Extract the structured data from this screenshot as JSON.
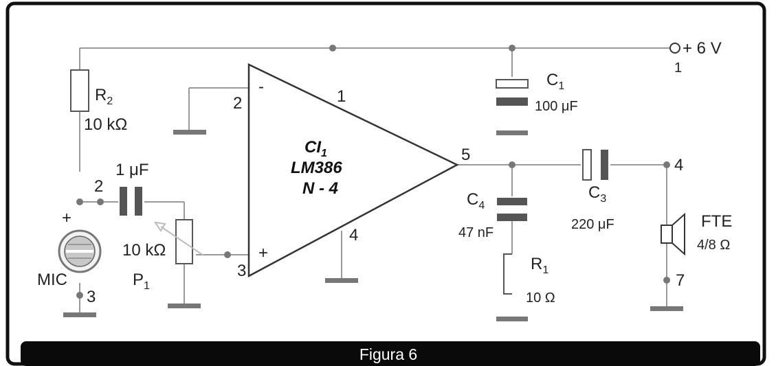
{
  "ic": {
    "ref": "CI",
    "ref_sub": "1",
    "part": "LM386",
    "variant": "N - 4"
  },
  "supply": {
    "label": "+ 6 V",
    "pin": "1"
  },
  "ic_pins": {
    "inv": "2",
    "noninv": "3",
    "gnd": "4",
    "out": "5",
    "pin1": "1",
    "inv_sign": "-",
    "noninv_sign": "+"
  },
  "r2": {
    "ref": "R",
    "ref_sub": "2",
    "value": "10 kΩ"
  },
  "c_in": {
    "value": "1 μF",
    "node": "2"
  },
  "mic": {
    "label": "MIC",
    "plus": "+",
    "node": "3"
  },
  "p1": {
    "ref": "P",
    "ref_sub": "1",
    "value": "10 kΩ"
  },
  "c1": {
    "ref": "C",
    "ref_sub": "1",
    "value": "100 μF"
  },
  "c4": {
    "ref": "C",
    "ref_sub": "4",
    "value": "47 nF"
  },
  "r1": {
    "ref": "R",
    "ref_sub": "1",
    "value": "10 Ω"
  },
  "c3": {
    "ref": "C",
    "ref_sub": "3",
    "value": "220 μF"
  },
  "speaker": {
    "label": "FTE",
    "value": "4/8 Ω",
    "node_top": "4",
    "node_bottom": "7"
  },
  "caption": "Figura 6",
  "colors": {
    "frame": "#111111",
    "wire": "#999999",
    "ground": "#777777",
    "plate": "#555555",
    "caption_bg": "#0a0a0a"
  }
}
